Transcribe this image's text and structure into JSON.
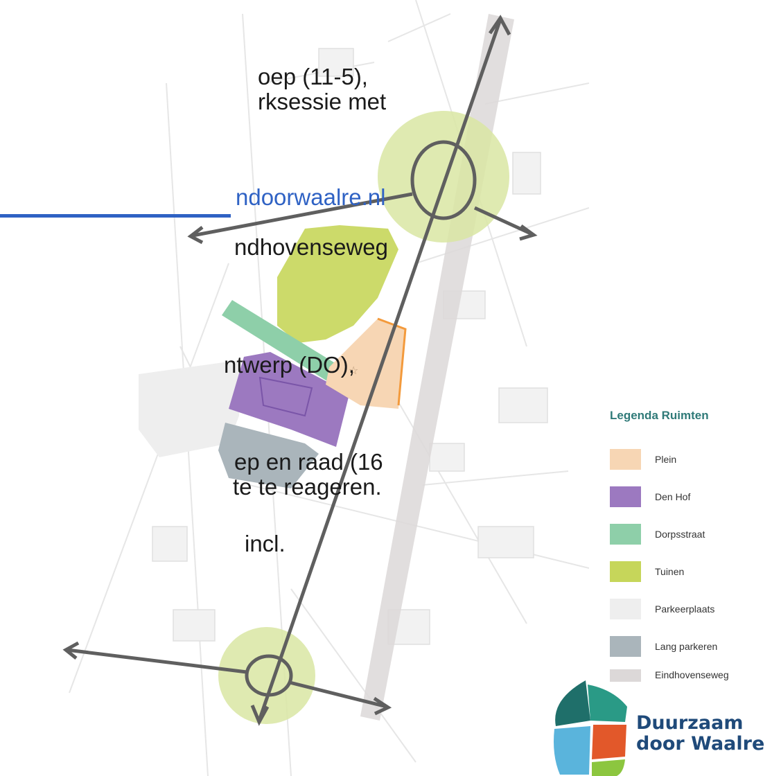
{
  "slide_text": {
    "line1": "oep (11-5),",
    "line2": "rksessie met",
    "line3": "ndoorwaalre.nl",
    "line4": "ndhovenseweg",
    "line5": "ntwerp (DO),",
    "line6": "ep en raad (16",
    "line7": "te te reageren.",
    "line8": "incl."
  },
  "legend": {
    "title": "Legenda Ruimten",
    "items": [
      {
        "label": "Plein",
        "color": "#f7d6b4"
      },
      {
        "label": "Den Hof",
        "color": "#9c79c0"
      },
      {
        "label": "Dorpsstraat",
        "color": "#8ecfa9"
      },
      {
        "label": "Tuinen",
        "color": "#c6d65a"
      },
      {
        "label": "Parkeerplaats",
        "color": "#eeeeee"
      },
      {
        "label": "Lang parkeren",
        "color": "#aab5bb"
      },
      {
        "label": "Eindhovenseweg",
        "color": "#dcd8d8"
      }
    ]
  },
  "logo": {
    "line1": "Duurzaam",
    "line2": "door Waalre",
    "icon": "leaf-tile-logo-icon"
  },
  "colors": {
    "link": "#2f62c4",
    "legend_title": "#2f7a78",
    "road": "#5f5f5f",
    "roundabout_halo": "#d9e6a3",
    "logo_text": "#1f4a7a"
  }
}
